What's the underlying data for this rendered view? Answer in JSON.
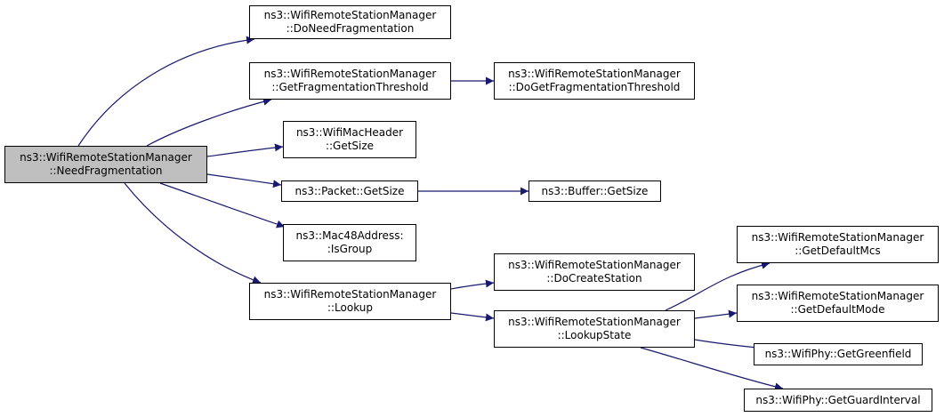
{
  "colors": {
    "edge": "#191970",
    "root_fill": "#bfbfbf",
    "node_fill": "#ffffff",
    "border": "#000000"
  },
  "nodes": {
    "need_fragmentation": {
      "line1": "ns3::WifiRemoteStationManager",
      "line2": "::NeedFragmentation"
    },
    "do_need_fragmentation": {
      "line1": "ns3::WifiRemoteStationManager",
      "line2": "::DoNeedFragmentation"
    },
    "get_fragmentation_threshold": {
      "line1": "ns3::WifiRemoteStationManager",
      "line2": "::GetFragmentationThreshold"
    },
    "do_get_fragmentation_threshold": {
      "line1": "ns3::WifiRemoteStationManager",
      "line2": "::DoGetFragmentationThreshold"
    },
    "wifi_mac_header_get_size": {
      "line1": "ns3::WifiMacHeader",
      "line2": "::GetSize"
    },
    "packet_get_size": {
      "line1": "ns3::Packet::GetSize"
    },
    "buffer_get_size": {
      "line1": "ns3::Buffer::GetSize"
    },
    "mac48_is_group": {
      "line1": "ns3::Mac48Address:",
      "line2": ":IsGroup"
    },
    "lookup": {
      "line1": "ns3::WifiRemoteStationManager",
      "line2": "::Lookup"
    },
    "do_create_station": {
      "line1": "ns3::WifiRemoteStationManager",
      "line2": "::DoCreateStation"
    },
    "lookup_state": {
      "line1": "ns3::WifiRemoteStationManager",
      "line2": "::LookupState"
    },
    "get_default_mcs": {
      "line1": "ns3::WifiRemoteStationManager",
      "line2": "::GetDefaultMcs"
    },
    "get_default_mode": {
      "line1": "ns3::WifiRemoteStationManager",
      "line2": "::GetDefaultMode"
    },
    "get_greenfield": {
      "line1": "ns3::WifiPhy::GetGreenfield"
    },
    "get_guard_interval": {
      "line1": "ns3::WifiPhy::GetGuardInterval"
    }
  },
  "edges": [
    {
      "from": "need_fragmentation",
      "to": "do_need_fragmentation"
    },
    {
      "from": "need_fragmentation",
      "to": "get_fragmentation_threshold"
    },
    {
      "from": "need_fragmentation",
      "to": "wifi_mac_header_get_size"
    },
    {
      "from": "need_fragmentation",
      "to": "packet_get_size"
    },
    {
      "from": "need_fragmentation",
      "to": "mac48_is_group"
    },
    {
      "from": "need_fragmentation",
      "to": "lookup"
    },
    {
      "from": "get_fragmentation_threshold",
      "to": "do_get_fragmentation_threshold"
    },
    {
      "from": "packet_get_size",
      "to": "buffer_get_size"
    },
    {
      "from": "lookup",
      "to": "do_create_station"
    },
    {
      "from": "lookup",
      "to": "lookup_state"
    },
    {
      "from": "lookup_state",
      "to": "get_default_mcs"
    },
    {
      "from": "lookup_state",
      "to": "get_default_mode"
    },
    {
      "from": "lookup_state",
      "to": "get_greenfield"
    },
    {
      "from": "lookup_state",
      "to": "get_guard_interval"
    }
  ]
}
